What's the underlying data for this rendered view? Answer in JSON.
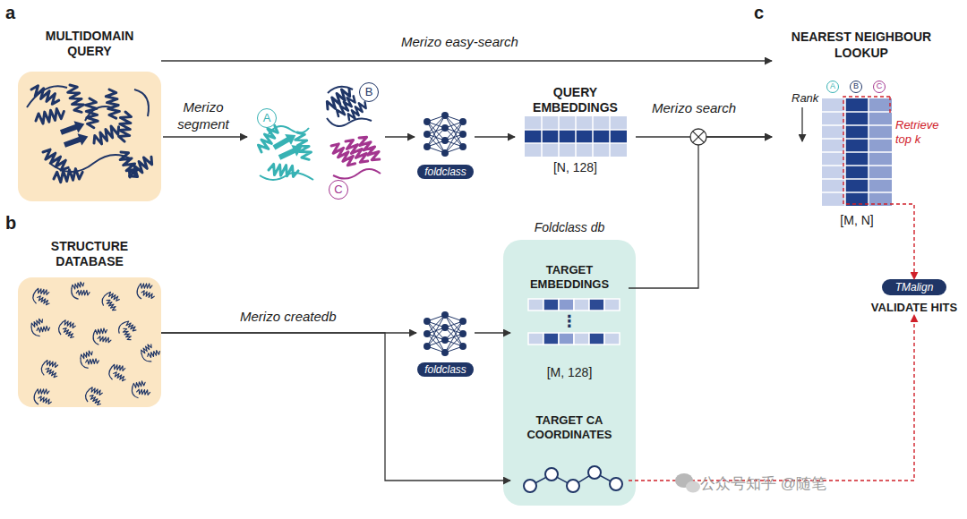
{
  "diagram": {
    "nodes": [
      {
        "text": [
          "MULTIDOMAIN QUERY"
        ]
      },
      {
        "text": [
          "A"
        ]
      },
      {
        "text": [
          "B"
        ]
      },
      {
        "text": [
          "C"
        ]
      },
      {
        "text": [
          "foldclass"
        ]
      },
      {
        "text": [
          "QUERY EMBEDDINGS",
          "[N, 128]"
        ]
      },
      {
        "text": [
          "STRUCTURE DATABASE"
        ]
      },
      {
        "text": [
          "foldclass"
        ]
      },
      {
        "text": [
          "Foldclass db"
        ]
      },
      {
        "text": [
          "TARGET EMBEDDINGS",
          "⋮",
          "[M, 128]"
        ],
        "in": 8
      },
      {
        "text": [
          "TARGET CA COORDINATES"
        ],
        "in": 8
      },
      {
        "text": [
          "NEAREST NEIGHBOUR LOOKUP",
          "Rank",
          "Retrieve top k",
          "[M, N]"
        ]
      },
      {
        "text": [
          "A"
        ],
        "in": 11
      },
      {
        "text": [
          "B"
        ],
        "in": 11
      },
      {
        "text": [
          "C"
        ],
        "in": 11
      },
      {
        "text": [
          "TMalign",
          "VALIDATE HITS"
        ]
      }
    ],
    "edges": [
      {
        "from": 0,
        "to": 11,
        "label": "Merizo easy-search",
        "arrow": "to"
      },
      {
        "from": 4,
        "to": 5,
        "arrow": "to"
      },
      {
        "from": 5,
        "to": 11,
        "label": "Merizo search",
        "arrow": "to"
      },
      {
        "from": 9,
        "to": 11,
        "arrow": "to"
      },
      {
        "from": 6,
        "to": 7,
        "label": "Merizo createdb",
        "arrow": "to"
      },
      {
        "from": 6,
        "to": 10,
        "arrow": "to"
      },
      {
        "from": 7,
        "to": 9,
        "arrow": "to"
      },
      {
        "from": 11,
        "to": 15,
        "arrow": "to"
      },
      {
        "from": 10,
        "to": 15,
        "arrow": "to"
      }
    ],
    "labels": [
      "a",
      "b",
      "c",
      "Merizo segment",
      "公众号知乎 @随笔"
    ]
  }
}
